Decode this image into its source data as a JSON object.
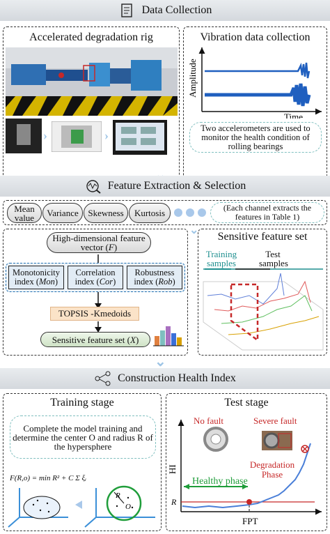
{
  "sections": {
    "data_collection": "Data Collection",
    "feature": "Feature Extraction & Selection",
    "health_index": "Construction Health Index"
  },
  "data_collection": {
    "rig_title": "Accelerated  degradation  rig",
    "vib_title": "Vibration data collection",
    "ylabel": "Amplitude",
    "xlabel": "Time",
    "note": "Two accelerometers are used to monitor the health condition of rolling bearings"
  },
  "features": {
    "items": [
      "Mean value",
      "Variance",
      "Skewness",
      "Kurtosis"
    ],
    "note": "(Each channel extracts the features in Table 1)",
    "hd_vector": "High-dimensional feature vector (",
    "hd_var": "F",
    "mon": "Monotonicity index (",
    "mon_var": "Mon",
    "cor": "Correlation index (",
    "cor_var": "Cor",
    "rob": "Robustness index (",
    "rob_var": "Rob",
    "topsis": "TOPSIS -Kmedoids",
    "sensitive": "Sensitive feature set (",
    "sensitive_var": "X",
    "set_title": "Sensitive feature set",
    "training_samples": "Training samples",
    "test_samples": "Test samples"
  },
  "health": {
    "training_title": "Training stage",
    "training_note": "Complete the model training and determine the center O and radius R of the hypersphere",
    "formula": "F(R,o) = min R² + C Σ ξᵢ",
    "test_title": "Test stage",
    "no_fault": "No fault",
    "severe_fault": "Severe fault",
    "hi_label": "HI",
    "r_label": "R",
    "healthy_phase": "Healthy phase",
    "degradation": "Degradation Phase",
    "fpt": "FPT",
    "r_small": "R",
    "o_small": "O"
  },
  "colors": {
    "green": "#1f9d3a",
    "red": "#c62828",
    "blue": "#3a6fd8",
    "cyan": "#3aa6a6",
    "band": "#d9dde2"
  }
}
